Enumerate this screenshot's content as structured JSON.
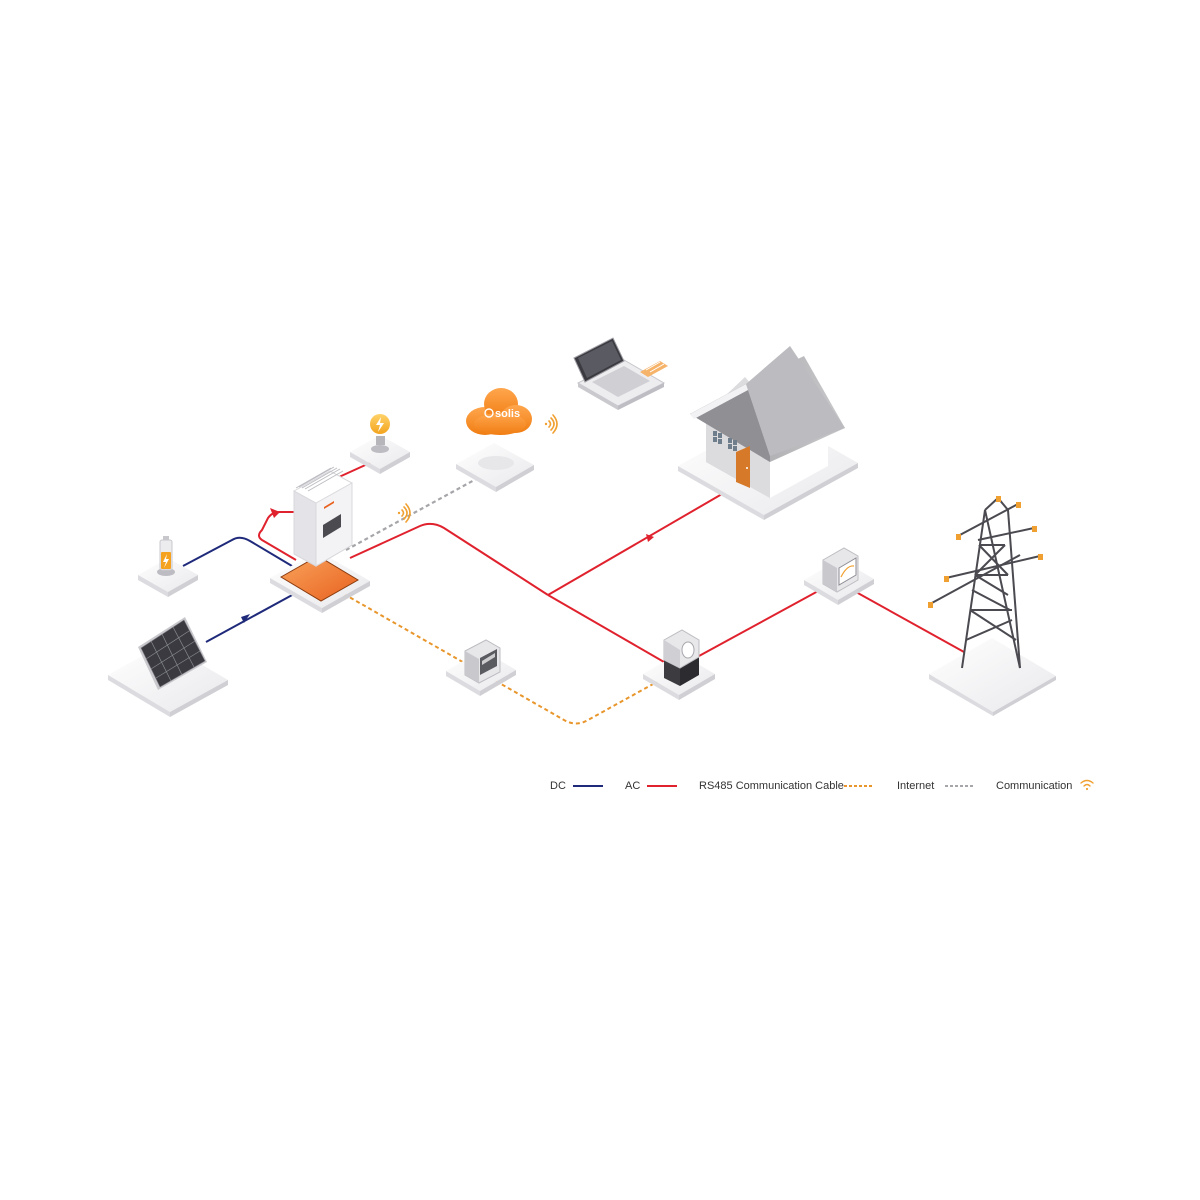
{
  "diagram": {
    "cloud_logo": "solis"
  },
  "legend": {
    "items": [
      {
        "label": "DC",
        "style": "solid",
        "color": "#1f2a7a"
      },
      {
        "label": "AC",
        "style": "solid",
        "color": "#e0222e"
      },
      {
        "label": "RS485 Communication Cable",
        "style": "dashed",
        "color": "#e8962b"
      },
      {
        "label": "Internet",
        "style": "dashed",
        "color": "#a6a6aa"
      },
      {
        "label": "Communication",
        "style": "wifi",
        "color": "#f0a030"
      }
    ]
  },
  "colors": {
    "dc": "#1f2a7a",
    "ac": "#e0222e",
    "rs485": "#e8962b",
    "internet": "#a6a6aa",
    "wireless": "#f0a030",
    "accent": "#f28a1e"
  }
}
